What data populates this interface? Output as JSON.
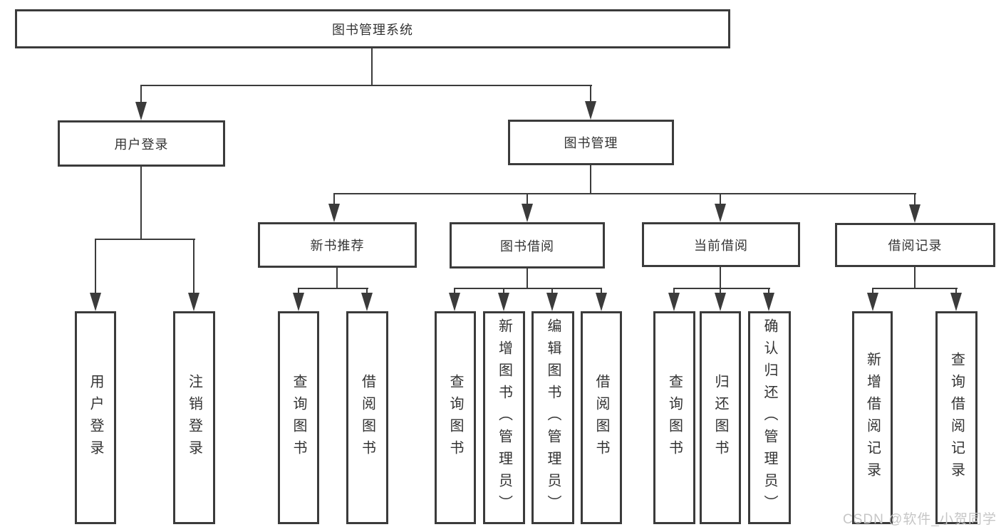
{
  "diagram": {
    "root": {
      "label": "图书管理系统"
    },
    "level2": [
      {
        "label": "用户登录"
      },
      {
        "label": "图书管理"
      }
    ],
    "level3": [
      {
        "label": "新书推荐"
      },
      {
        "label": "图书借阅"
      },
      {
        "label": "当前借阅"
      },
      {
        "label": "借阅记录"
      }
    ],
    "leaves": {
      "user_login": [
        "用户登录",
        "注销登录"
      ],
      "new_book": [
        "查询图书",
        "借阅图书"
      ],
      "book_borrow": [
        "查询图书",
        "新增图书（管理员）",
        "编辑图书（管理员）",
        "借阅图书"
      ],
      "current_borrow": [
        "查询图书",
        "归还图书",
        "确认归还（管理员）"
      ],
      "borrow_record": [
        "新增借阅记录",
        "查询借阅记录"
      ]
    }
  },
  "watermark": "CSDN @软件_小贺同学",
  "colors": {
    "line": "#3b3b3b",
    "text": "#333333",
    "watermark": "#c6c6c6",
    "background": "#ffffff"
  }
}
